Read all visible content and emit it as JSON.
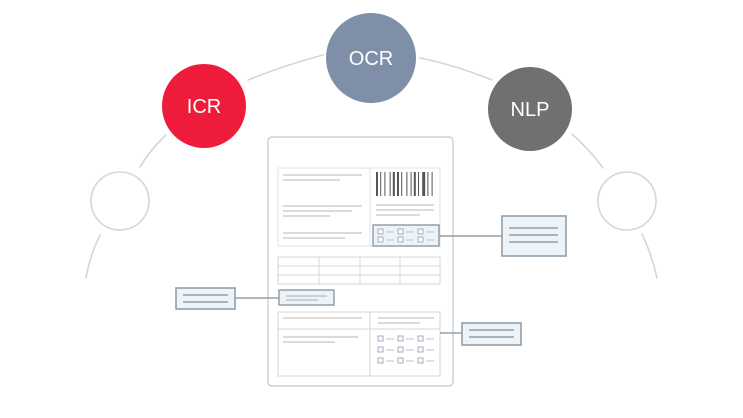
{
  "nodes": {
    "ocr": {
      "label": "OCR",
      "color": "#7f8fa8"
    },
    "icr": {
      "label": "ICR",
      "color": "#ee1c3a"
    },
    "nlp": {
      "label": "NLP",
      "color": "#707070"
    }
  },
  "colors": {
    "arc": "#d6d6d6",
    "document_border": "#cfcfcf",
    "callout_fill": "#eef3f7",
    "callout_border": "#8fa0ae",
    "connector": "#8fa0ae"
  },
  "icons": [
    "barcode-icon",
    "checkbox-icon"
  ]
}
